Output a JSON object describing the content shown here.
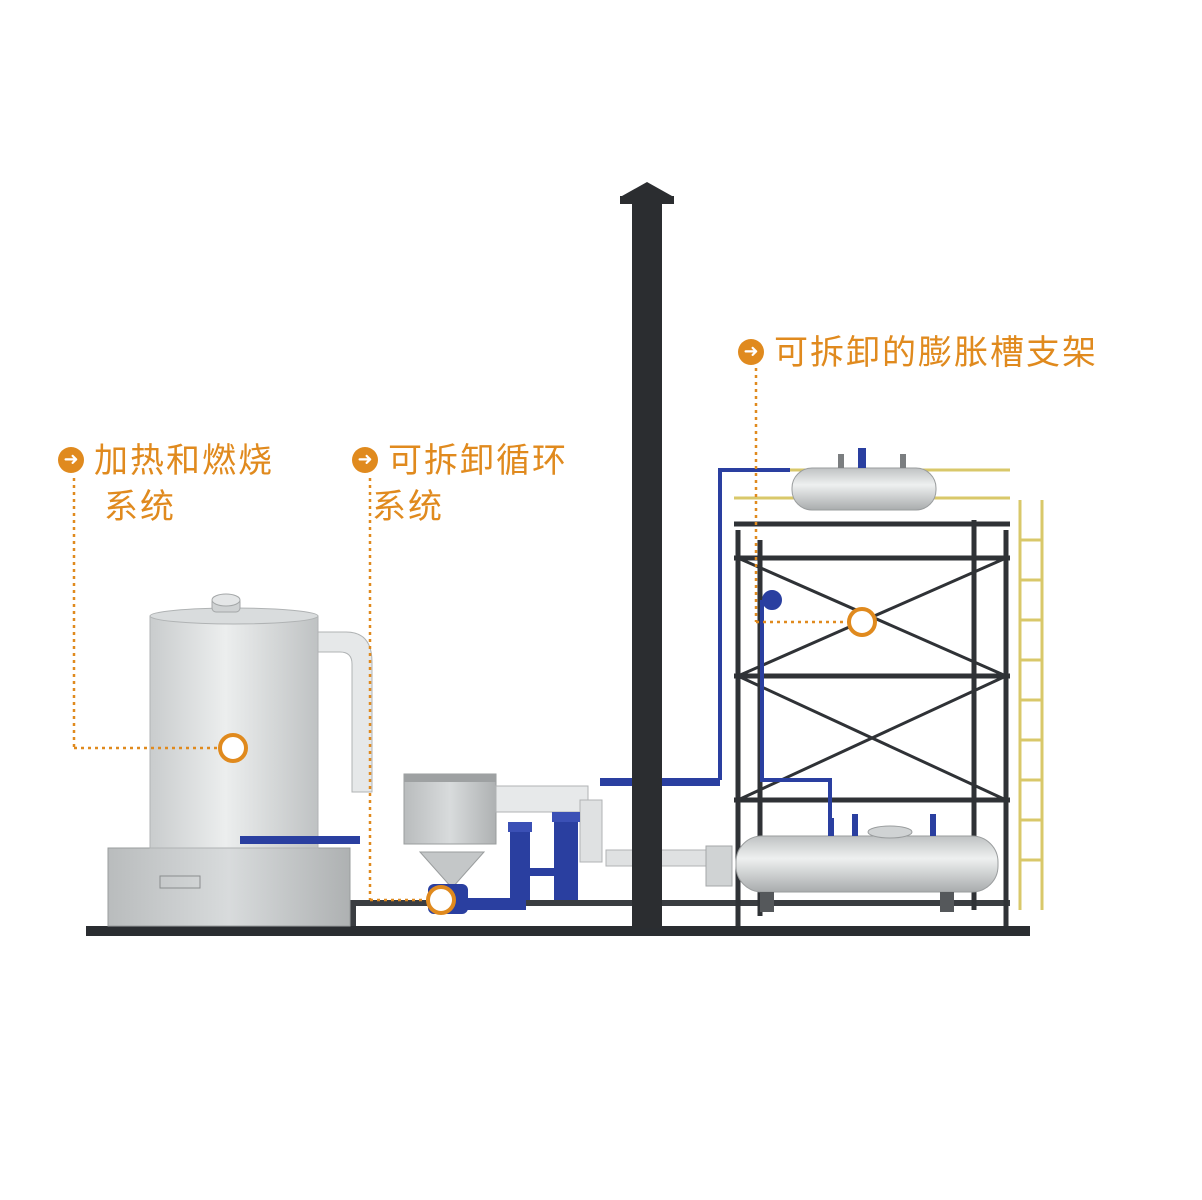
{
  "labels": {
    "heating": {
      "line1": "加热和燃烧",
      "line2": "系统"
    },
    "circulation": {
      "line1": "可拆卸循环",
      "line2": "系统"
    },
    "expansion": {
      "line1": "可拆卸的膨胀槽支架"
    }
  },
  "icons": {
    "callout": "arrow-right-circle-icon"
  },
  "colors": {
    "accent": "#e08a1e",
    "structure": "#2f3236",
    "equipment": "#d7dadb",
    "pipe": "#2a3fa0",
    "ladder": "#e8d98a"
  }
}
